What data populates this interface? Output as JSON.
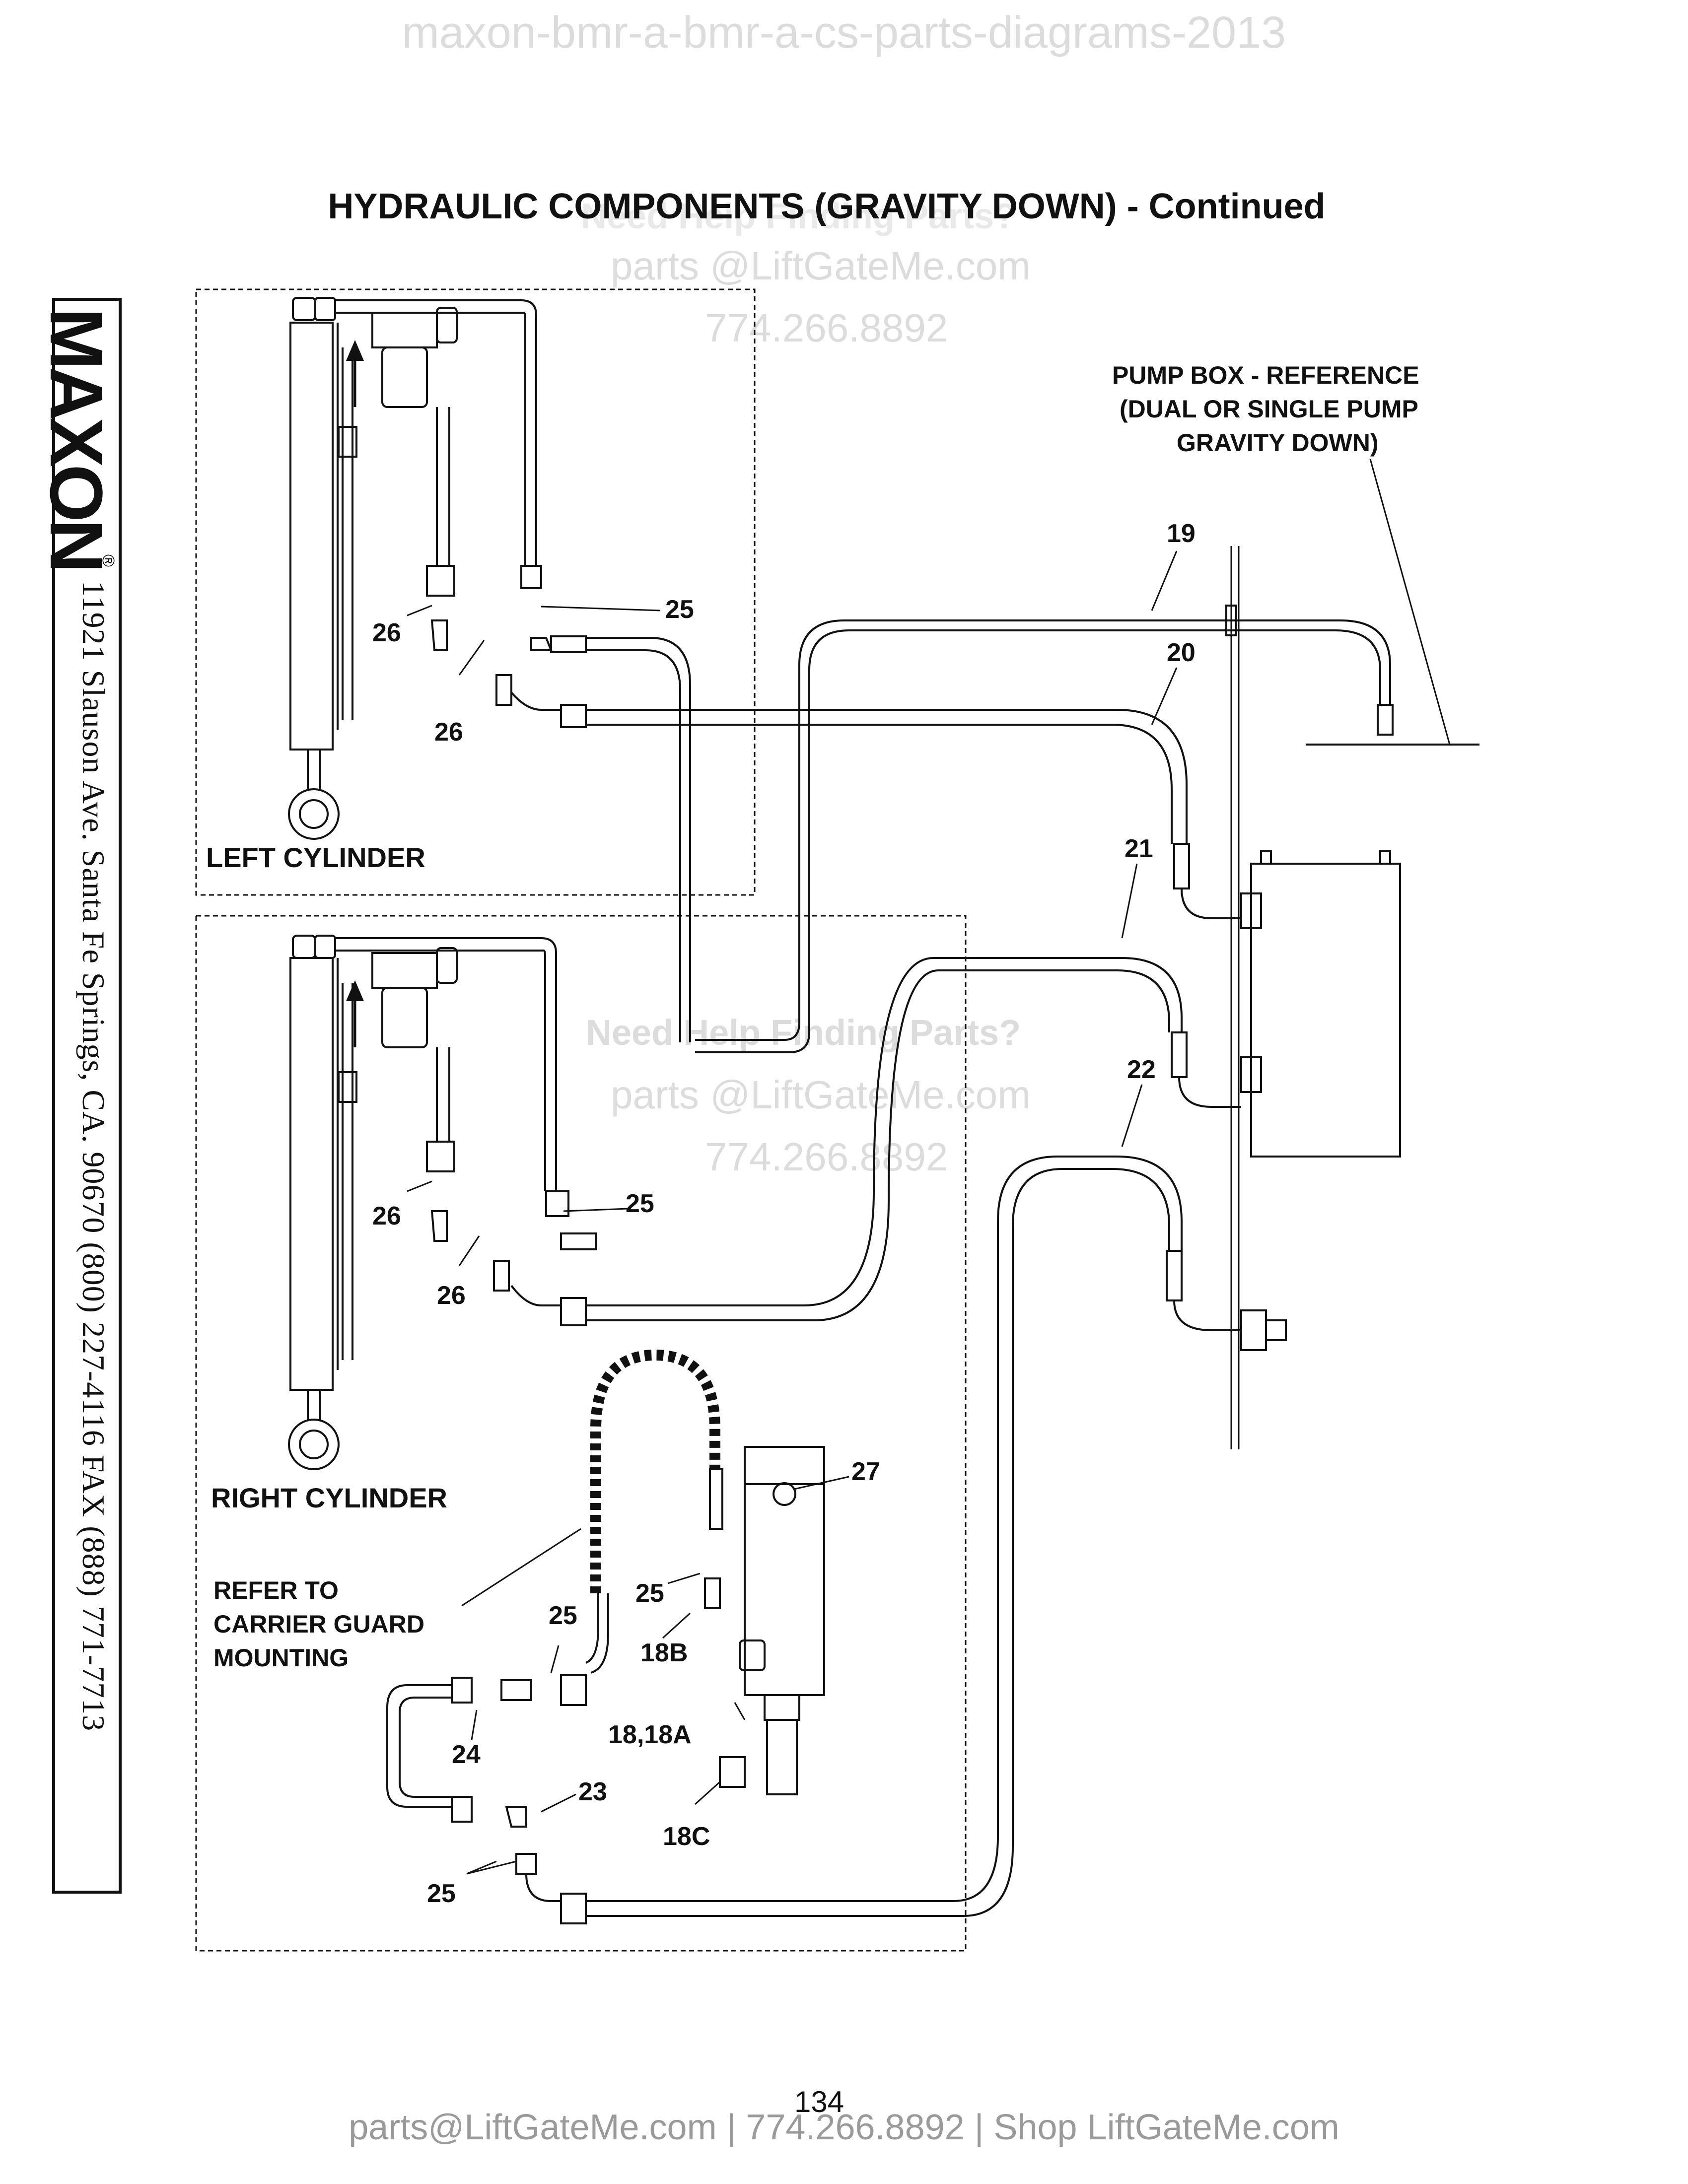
{
  "watermark": {
    "top": "maxon-bmr-a-bmr-a-cs-parts-diagrams-2013",
    "help": "Need Help Finding Parts?",
    "email": "parts @LiftGateMe.com",
    "phone": "774.266.8892"
  },
  "title": "HYDRAULIC COMPONENTS (GRAVITY DOWN) - Continued",
  "brand": {
    "logo": "MAXON",
    "registered": "®",
    "address": "11921 Slauson Ave.  Santa Fe Springs, CA.  90670  (800) 227-4116  FAX (888) 771-7713"
  },
  "labels": {
    "pump_box_line1": "PUMP BOX - REFERENCE",
    "pump_box_line2": "(DUAL OR SINGLE PUMP",
    "pump_box_line3": "GRAVITY DOWN)",
    "left_cylinder": "LEFT CYLINDER",
    "right_cylinder": "RIGHT CYLINDER",
    "refer_line1": "REFER TO",
    "refer_line2": "CARRIER GUARD",
    "refer_line3": "MOUNTING"
  },
  "callouts": {
    "c19": "19",
    "c20": "20",
    "c21": "21",
    "c22": "22",
    "c25_left": "25",
    "c26_left_a": "26",
    "c26_left_b": "26",
    "c25_right": "25",
    "c26_right_a": "26",
    "c26_right_b": "26",
    "c27": "27",
    "c25_pump": "25",
    "c18b": "18B",
    "c25_carrier": "25",
    "c18_18a": "18,18A",
    "c24": "24",
    "c23": "23",
    "c18c": "18C",
    "c25_bottom": "25"
  },
  "footer": {
    "contact": "parts@LiftGateMe.com | 774.266.8892 | Shop LiftGateMe.com",
    "page": "134"
  }
}
